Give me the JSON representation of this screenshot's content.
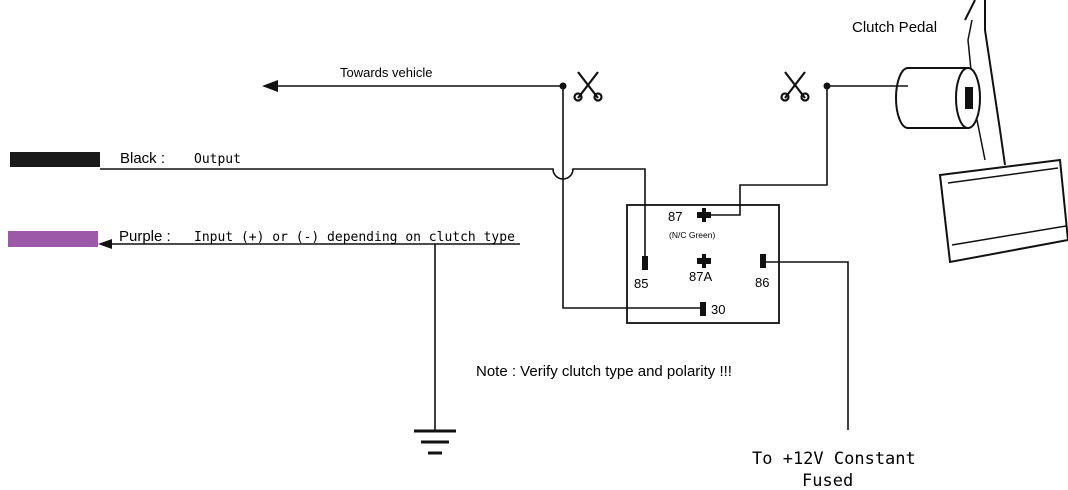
{
  "labels": {
    "towards_vehicle": "Towards vehicle",
    "clutch_pedal": "Clutch Pedal",
    "black_wire_name": "Black :",
    "black_wire_desc": "Output",
    "purple_wire_name": "Purple :",
    "purple_wire_desc": "Input (+) or (-) depending on clutch type",
    "note": "Note : Verify clutch type and polarity !!!",
    "power_line1": "To +12V Constant",
    "power_line2": "Fused"
  },
  "relay": {
    "pin_87": "87",
    "pin_87_note": "(N/C Green)",
    "pin_87a": "87A",
    "pin_85": "85",
    "pin_86": "86",
    "pin_30": "30"
  },
  "colors": {
    "black_wire": "#1a1a1a",
    "purple_wire": "#9b59a8",
    "line": "#111111"
  },
  "icons": {
    "cut_mark": "scissors-icon",
    "ground": "ground-icon",
    "pedal": "clutch-pedal-icon"
  }
}
